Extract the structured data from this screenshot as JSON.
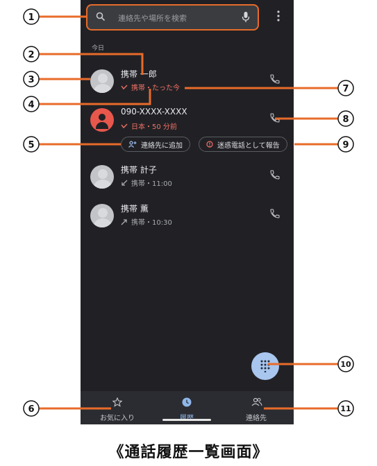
{
  "search": {
    "placeholder": "連絡先や場所を検索"
  },
  "section_label": "今日",
  "calls": [
    {
      "name": "携帯 一郎",
      "detail": "携帯・たった今",
      "type": "missed",
      "avatar": "person"
    },
    {
      "name": "090-XXXX-XXXX",
      "detail": "日本・50 分前",
      "type": "missed",
      "avatar": "red-person"
    },
    {
      "name": "携帯 計子",
      "detail": "携帯・11:00",
      "type": "incoming",
      "avatar": "person"
    },
    {
      "name": "携帯 薫",
      "detail": "携帯・10:30",
      "type": "outgoing",
      "avatar": "person"
    }
  ],
  "actions": {
    "add_contact": "連絡先に追加",
    "report_spam": "迷惑電話として報告"
  },
  "nav": [
    {
      "label": "お気に入り",
      "icon": "star-icon"
    },
    {
      "label": "履歴",
      "icon": "clock-icon",
      "active": true
    },
    {
      "label": "連絡先",
      "icon": "contacts-icon"
    }
  ],
  "callouts": [
    "1",
    "2",
    "3",
    "4",
    "5",
    "6",
    "7",
    "8",
    "9",
    "10",
    "11"
  ],
  "caption": "《通話履歴一覧画面》",
  "colors": {
    "accent_orange": "#e86b2a",
    "missed_red": "#f07166",
    "fab_blue": "#a9c6ee",
    "background": "#212125"
  }
}
